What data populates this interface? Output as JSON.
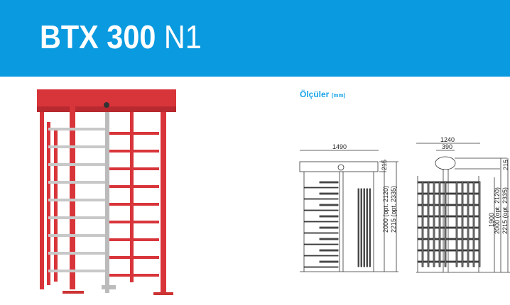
{
  "header": {
    "model_bold": "BTX 300",
    "model_light": "N1",
    "background_color": "#0a9ae0"
  },
  "dimensions": {
    "title": "Ölçüler",
    "unit": "(mm)",
    "front": {
      "width": "1490",
      "top_height": "215",
      "height_a": "2000 (opt. 2120)",
      "height_b": "2215 (opt. 2335)"
    },
    "side": {
      "width": "1240",
      "head_width": "390",
      "top_height": "215",
      "passage_height": "1900",
      "height_a": "2000 (opt. 2120)",
      "height_b": "2215 (opt. 2335)"
    }
  },
  "colors": {
    "turnstile_red": "#d8353a",
    "accent_blue": "#1aa3e8"
  }
}
